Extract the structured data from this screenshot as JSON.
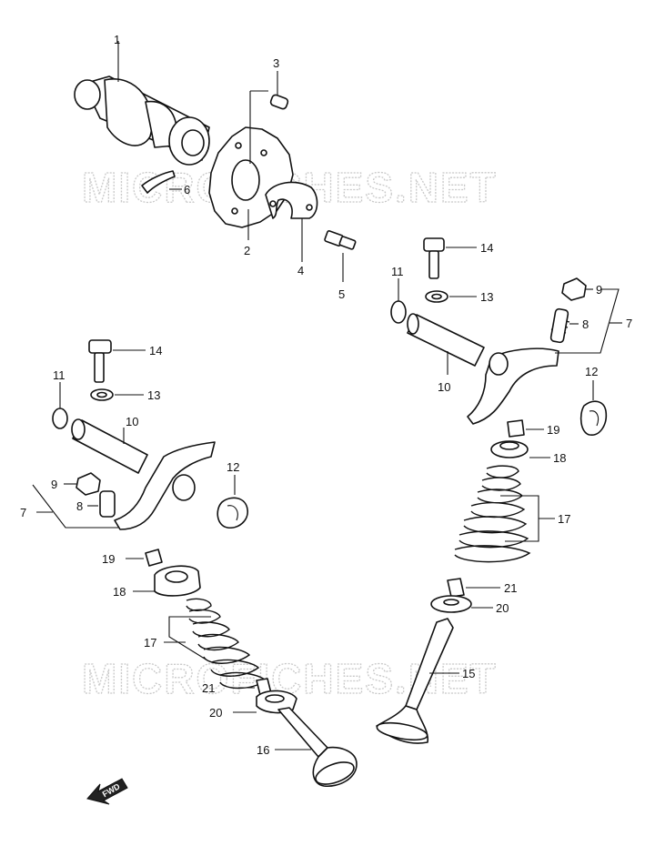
{
  "watermark": "MICROFICHES.NET",
  "fwd_label": "FWD",
  "callouts": {
    "c1": "1",
    "c2": "2",
    "c3": "3",
    "c4": "4",
    "c5": "5",
    "c6": "6",
    "c7l": "7",
    "c7r": "7",
    "c8l": "8",
    "c8r": "8",
    "c9l": "9",
    "c9r": "9",
    "c10l": "10",
    "c10r": "10",
    "c11l": "11",
    "c11r": "11",
    "c12l": "12",
    "c12r": "12",
    "c13l": "13",
    "c13r": "13",
    "c14l": "14",
    "c14r": "14",
    "c15": "15",
    "c16": "16",
    "c17l": "17",
    "c17r": "17",
    "c18l": "18",
    "c18r": "18",
    "c19l": "19",
    "c19r": "19",
    "c20l": "20",
    "c20r": "20",
    "c21l": "21",
    "c21r": "21"
  }
}
